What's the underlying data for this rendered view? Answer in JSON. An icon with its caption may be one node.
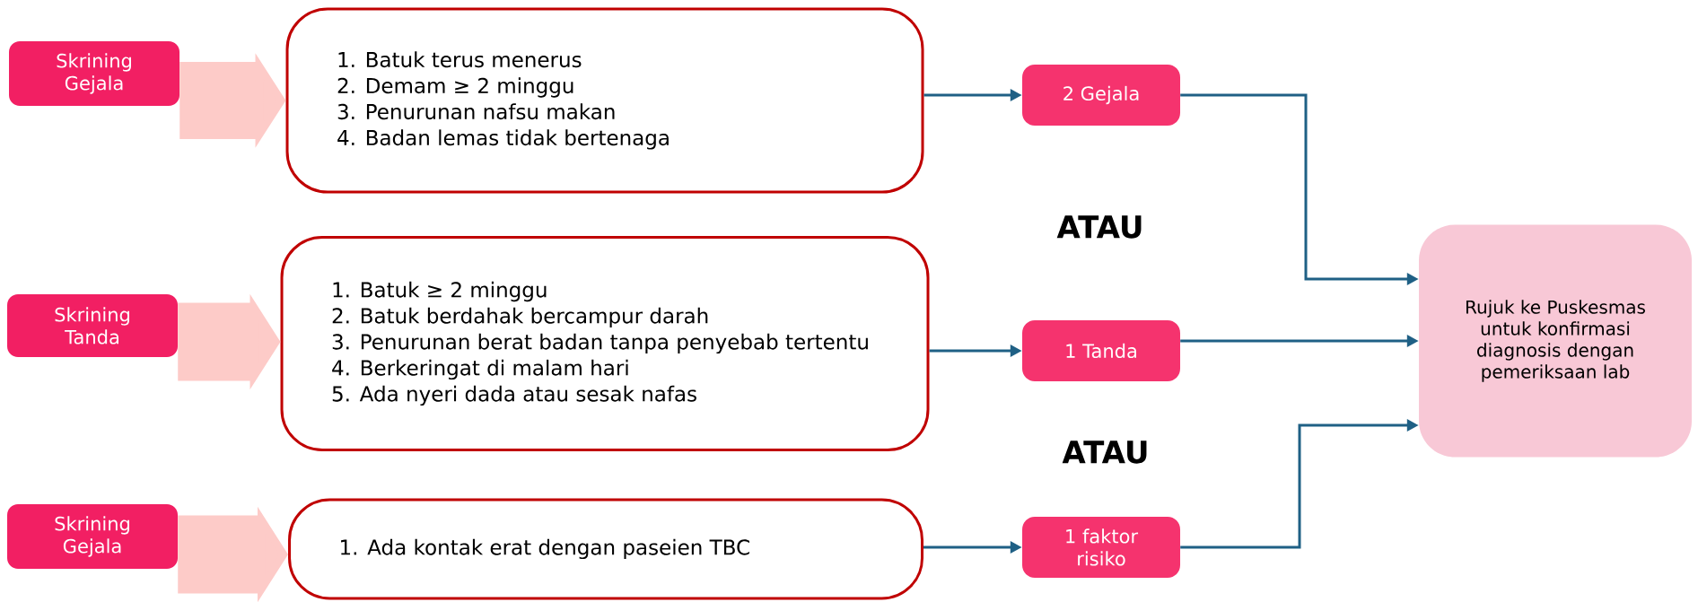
{
  "diagram": {
    "nodes": [
      {
        "text": [
          "Skrining Gejala"
        ]
      },
      {
        "text": [
          "1. Batuk terus menerus",
          "2. Demam ≥ 2 minggu",
          "3. Penurunan nafsu makan",
          "4. Badan lemas tidak bertenaga"
        ]
      },
      {
        "text": [
          "2 Gejala"
        ]
      },
      {
        "text": [
          "Skrining Tanda"
        ]
      },
      {
        "text": [
          "1. Batuk ≥ 2 minggu",
          "2. Batuk berdahak bercampur darah",
          "3. Penurunan berat badan tanpa penyebab tertentu",
          "4. Berkeringat di malam hari",
          "5. Ada nyeri dada atau sesak nafas"
        ]
      },
      {
        "text": [
          "1 Tanda"
        ]
      },
      {
        "text": [
          "Rujuk ke Puskesmas untuk konfirmasi diagnosis dengan pemeriksaan lab"
        ]
      },
      {
        "text": [
          "Skrining Gejala"
        ]
      },
      {
        "text": [
          "1. Ada kontak erat dengan paseien TBC"
        ]
      },
      {
        "text": [
          "1 faktor risiko"
        ]
      }
    ],
    "edges": [
      {
        "from": 0,
        "to": 1,
        "arrow": "to",
        "style": "thick",
        "color": "#fdcbc8"
      },
      {
        "from": 1,
        "to": 2,
        "arrow": "to"
      },
      {
        "from": 2,
        "to": 6,
        "arrow": "to"
      },
      {
        "from": 3,
        "to": 4,
        "arrow": "to",
        "style": "thick",
        "color": "#fdcbc8"
      },
      {
        "from": 4,
        "to": 5,
        "arrow": "to"
      },
      {
        "from": 5,
        "to": 6,
        "arrow": "to"
      },
      {
        "from": 7,
        "to": 8,
        "arrow": "to",
        "style": "thick",
        "color": "#fdcbc8"
      },
      {
        "from": 8,
        "to": 9,
        "arrow": "to"
      },
      {
        "from": 9,
        "to": 6,
        "arrow": "to"
      }
    ],
    "labels": [
      "ATAU",
      "ATAU"
    ]
  }
}
